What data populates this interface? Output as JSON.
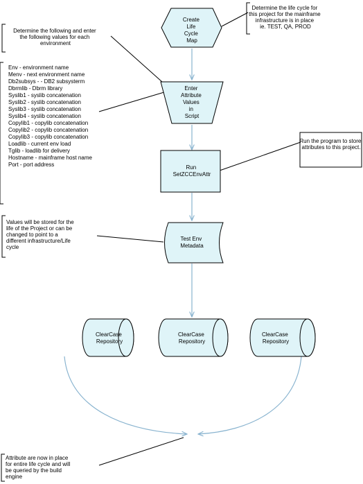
{
  "nodes": {
    "create_map": [
      "Create",
      "Life",
      "Cycle",
      "Map"
    ],
    "enter_values": [
      "Enter",
      "Attribute",
      "Values",
      "in",
      "Script"
    ],
    "run_program": [
      "Run",
      "SetZCCEnvAttr"
    ],
    "metadata": [
      "Test Env",
      "Metadata"
    ],
    "repo_left": [
      "ClearCase",
      "Repository"
    ],
    "repo_center": [
      "ClearCase",
      "Repository"
    ],
    "repo_right": [
      "ClearCase",
      "Repository"
    ]
  },
  "notes": {
    "lifecycle": [
      "Determine the life cycle for",
      "this project for the mainframe",
      "infrastructure is in place",
      "ie. TEST, QA, PROD"
    ],
    "determine_values": [
      "Determine the following and enter",
      "the following values for each",
      "environment"
    ],
    "env_list": [
      "Env - environment name",
      "Menv - next environment name",
      "Db2subsys - - DB2 subsysterm",
      "Dbrmlib - Dbrm library",
      "Syslib1 - syslib concatenation",
      "Syslib2 - syslib concatenation",
      "Syslib3 - syslib concatenation",
      "Syslib4 - syslib concatenation",
      "Copylib1 - copylib concatenation",
      "Copylib2 - copylib concatenation",
      "Copylib3 - copylib concatenation",
      "Loadlib - current env load",
      "Tglib - loadlib for delivery",
      "Hostname - mainframe host name",
      "Port - port address"
    ],
    "run_program": [
      "Run the program to store",
      "attributes to this project."
    ],
    "stored_values": [
      "Values will be stored for the",
      "life of the Project or can be",
      "changed to point to a",
      "different infrastructure/Life",
      "cycle"
    ],
    "attributes_in_place": [
      "Attribute are now in place",
      "for entire life cycle and will",
      "be queried by the build",
      "engine"
    ]
  }
}
